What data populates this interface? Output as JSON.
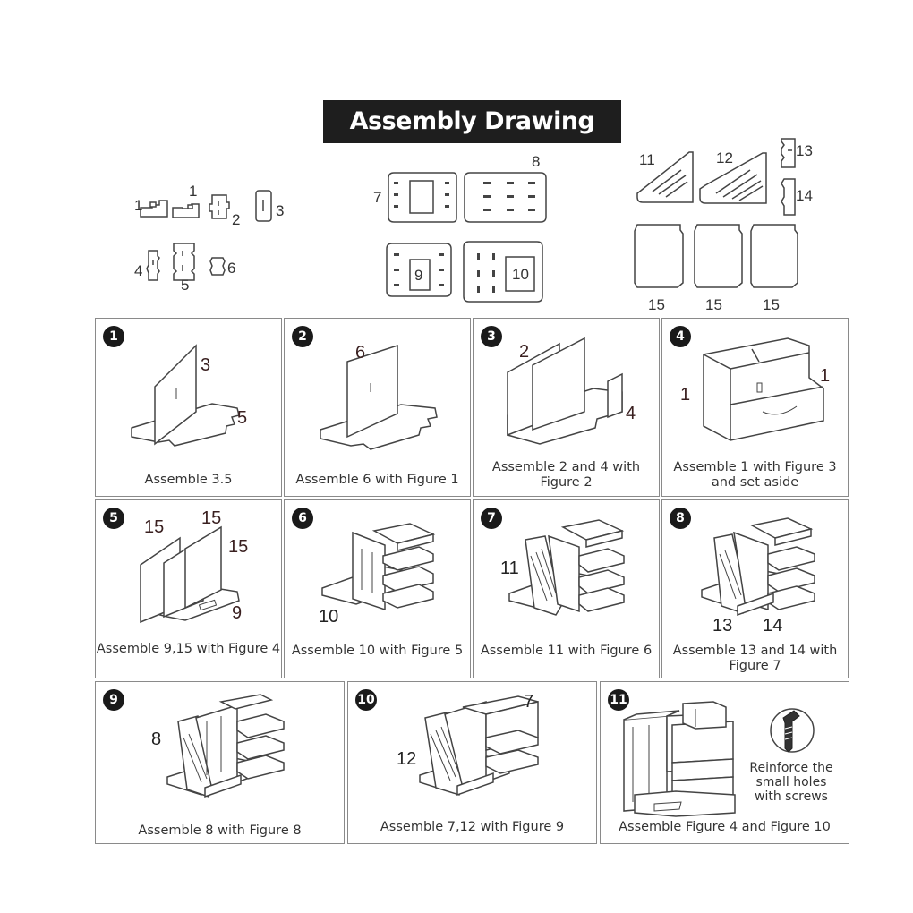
{
  "title": "Assembly Drawing",
  "parts": [
    {
      "label": "1"
    },
    {
      "label": "1"
    },
    {
      "label": "2"
    },
    {
      "label": "3"
    },
    {
      "label": "4"
    },
    {
      "label": "5"
    },
    {
      "label": "6"
    },
    {
      "label": "7"
    },
    {
      "label": "8"
    },
    {
      "label": "9"
    },
    {
      "label": "10"
    },
    {
      "label": "11"
    },
    {
      "label": "12"
    },
    {
      "label": "13"
    },
    {
      "label": "14"
    },
    {
      "label": "15"
    },
    {
      "label": "15"
    },
    {
      "label": "15"
    }
  ],
  "steps": [
    {
      "number": "1",
      "caption": "Assemble 3.5",
      "labels": [
        "3",
        "5"
      ]
    },
    {
      "number": "2",
      "caption": "Assemble 6 with Figure 1",
      "labels": [
        "6"
      ]
    },
    {
      "number": "3",
      "caption": "Assemble 2 and 4 with Figure 2",
      "labels": [
        "2",
        "4"
      ]
    },
    {
      "number": "4",
      "caption": "Assemble 1 with Figure 3 and set aside",
      "labels": [
        "1",
        "1"
      ]
    },
    {
      "number": "5",
      "caption": "Assemble 9,15 with Figure 4",
      "labels": [
        "15",
        "15",
        "15",
        "9"
      ]
    },
    {
      "number": "6",
      "caption": "Assemble 10 with Figure 5",
      "labels": [
        "10"
      ]
    },
    {
      "number": "7",
      "caption": "Assemble 11 with Figure 6",
      "labels": [
        "11"
      ]
    },
    {
      "number": "8",
      "caption": "Assemble 13 and 14 with Figure 7",
      "labels": [
        "13",
        "14"
      ]
    },
    {
      "number": "9",
      "caption": "Assemble 8 with Figure 8",
      "labels": [
        "8"
      ]
    },
    {
      "number": "10",
      "caption": "Assemble 7,12 with Figure 9",
      "labels": [
        "7",
        "12"
      ]
    },
    {
      "number": "11",
      "caption": "Assemble Figure 4 and Figure 10",
      "labels": []
    }
  ],
  "note": "Reinforce the small holes with screws",
  "icons": [
    "screw-icon"
  ]
}
